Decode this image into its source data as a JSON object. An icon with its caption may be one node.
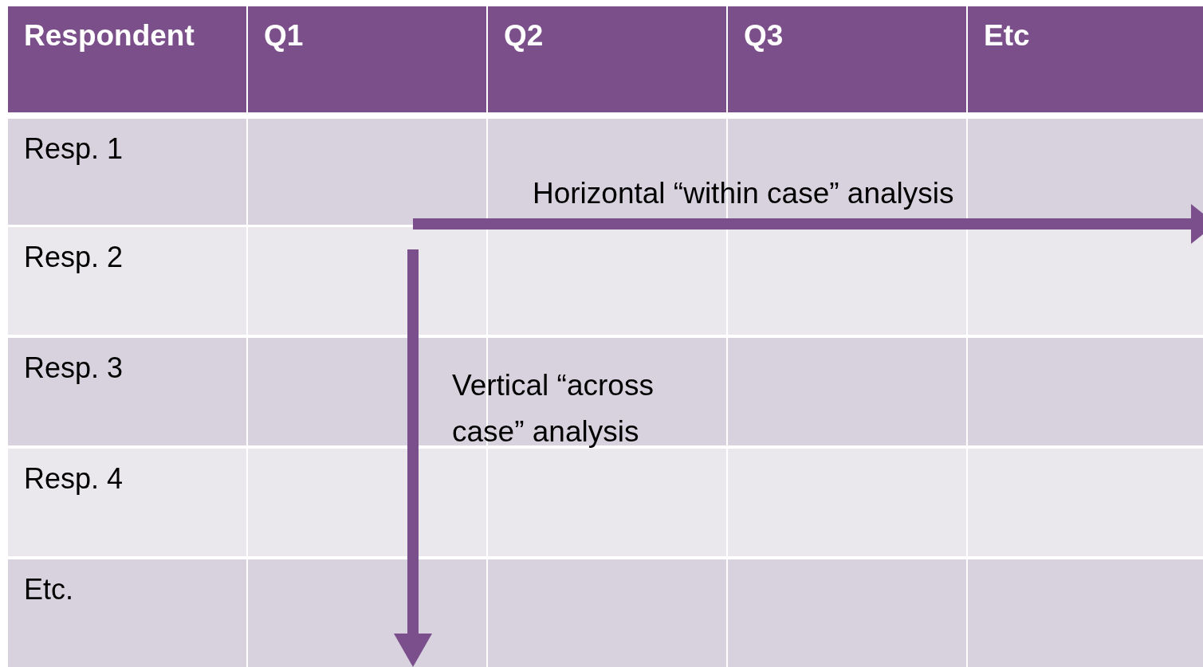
{
  "diagram": {
    "labels": [
      "Respondent",
      "Q1",
      "Q2",
      "Q3",
      "Etc",
      "Resp. 1",
      "Resp. 2",
      "Resp. 3",
      "Resp. 4",
      "Etc.",
      "Horizontal “within case” analysis",
      "Vertical “across case” analysis"
    ]
  }
}
